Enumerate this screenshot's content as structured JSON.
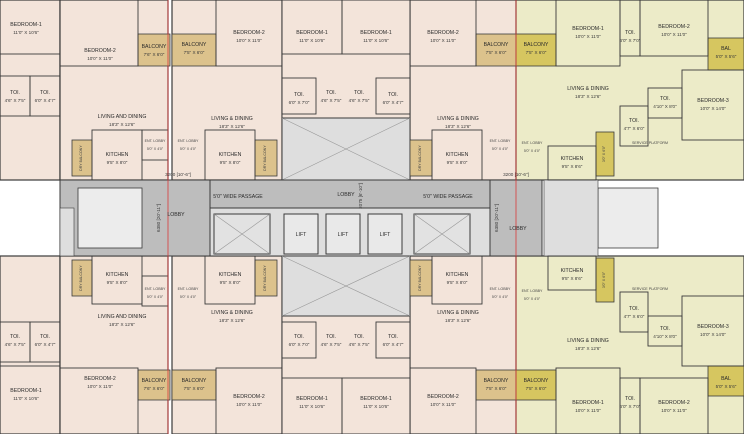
{
  "colors": {
    "unit_fill": "#f3e4da",
    "highlight_fill": "#ecebc8",
    "balcony_fill": "#dcc28c",
    "highlight_balcony_fill": "#d6c660",
    "lobby_fill": "#bdbdbd",
    "core_fill": "#dedede",
    "wall": "#3a3a3a",
    "grid_line": "#d83a3a"
  },
  "labels": {
    "bedroom1": "BEDROOM-1",
    "bedroom2": "BEDROOM-2",
    "bedroom3": "BEDROOM-3",
    "balcony": "BALCONY",
    "toi": "TOI.",
    "living_dining": "LIVING & DINING",
    "living_and_dining": "LIVING AND DINING",
    "kitchen": "KITCHEN",
    "ent_lobby": "ENT. LOBBY",
    "dry_balcony": "DRY BALCONY",
    "lobby": "LOBBY",
    "lift": "LIFT",
    "passage": "5'0\" WIDE PASSAGE",
    "service_platform": "SERVICE PLATFORM",
    "bal": "BAL"
  },
  "dims": {
    "bed1_a": "11'0\" X 10'6\"",
    "bed1_b": "10'0\" X 11'0\"",
    "bed2_a": "10'0\" X 11'0\"",
    "bed2_b": "10'0\" X 10'6\"",
    "bed3": "10'0\" X 14'0\"",
    "balcony_a": "7'5\" X 6'0\"",
    "balcony_b": "7'6\" X 6'0\"",
    "toi_a": "4'6\" X 7'5\"",
    "toi_b": "6'0\" X 4'7\"",
    "toi_c": "4'10\" X 8'0\"",
    "toi_d": "4'7\" X 6'0\"",
    "toi_e": "6'0\" X 7'0\"",
    "living_a": "18'3\" X 12'6\"",
    "living_b": "18'0\" X 11'0\"",
    "kitchen": "9'5\" X 8'0\"",
    "kitchen_b": "9'5\" X 8'6\"",
    "ent_lobby": "5'0\" X 4'0\"",
    "dry_bal": "3'0\" X 6'0\"",
    "bal": "5'0\" X 5'6\"",
    "dim_3200": "3200 [10'-6\"]",
    "dim_6380": "6380 [20'-11\"]",
    "dim_2075": "2075 [6'-10\"]"
  }
}
